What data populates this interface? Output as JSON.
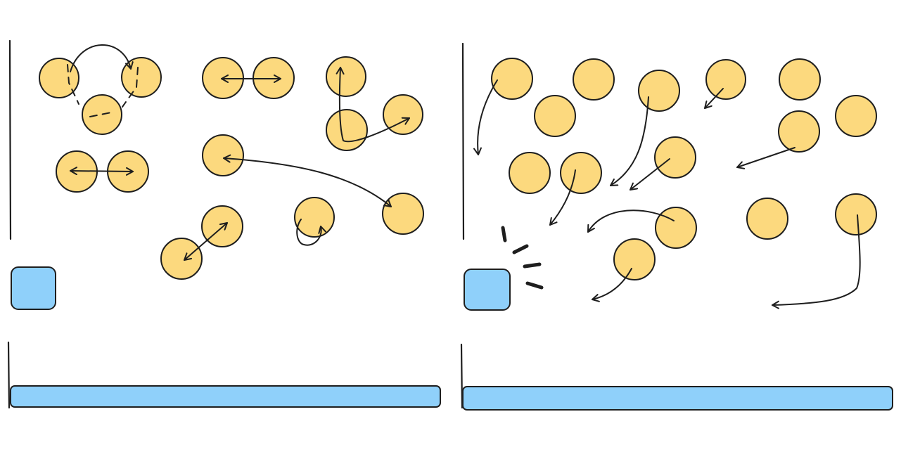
{
  "colors": {
    "particle": "#fcd97e",
    "block": "#8fd0fa",
    "ink": "#1e1e1e",
    "background": "#ffffff"
  },
  "panels": [
    {
      "id": "left",
      "state": "paired-particles"
    },
    {
      "id": "right",
      "state": "scattered-particles"
    }
  ],
  "icons": {
    "particle": "circle",
    "block": "rounded-square",
    "impact": "burst-lines"
  }
}
